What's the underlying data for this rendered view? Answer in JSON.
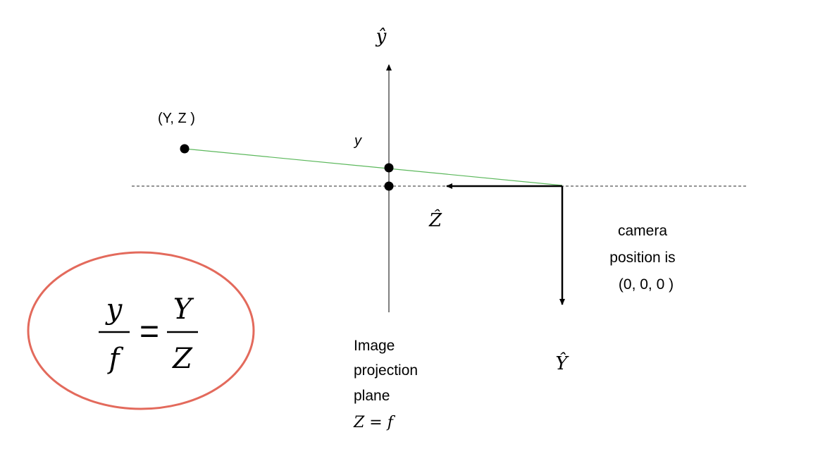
{
  "diagram": {
    "labels": {
      "y_hat": "ŷ",
      "point": "(Y, Z )",
      "y": "y",
      "z_hat": "Ẑ",
      "Y_hat": "Ŷ",
      "camera_lines": [
        "camera",
        "position is",
        "(0, 0, 0 )"
      ],
      "plane_lines": [
        "Image",
        "projection",
        "plane"
      ],
      "plane_eq": "Z = f"
    },
    "formula": {
      "left_num": "y",
      "left_den": "f",
      "equals": "=",
      "right_num": "Y",
      "right_den": "Z"
    },
    "colors": {
      "ray": "#5cb85c",
      "ellipse": "#e36a5c",
      "ink": "#000000",
      "dashed": "#555555"
    }
  }
}
